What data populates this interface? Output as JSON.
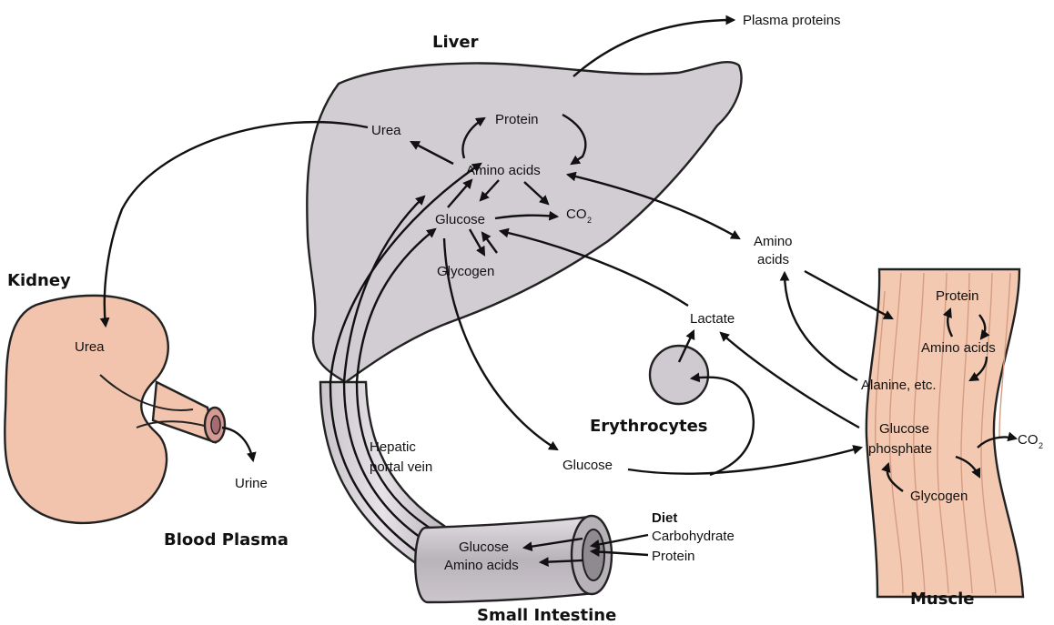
{
  "organs": {
    "liver": "Liver",
    "kidney": "Kidney",
    "blood_plasma": "Blood Plasma",
    "erythrocytes": "Erythrocytes",
    "small_intestine": "Small Intestine",
    "muscle": "Muscle"
  },
  "liver_labels": {
    "urea": "Urea",
    "protein": "Protein",
    "amino_acids": "Amino acids",
    "glucose": "Glucose",
    "co2": "CO",
    "co2_sub": "2",
    "glycogen": "Glycogen"
  },
  "plasma_labels": {
    "plasma_proteins": "Plasma proteins",
    "amino_acids_1": "Amino",
    "amino_acids_2": "acids",
    "lactate": "Lactate",
    "glucose": "Glucose",
    "hepatic_1": "Hepatic",
    "hepatic_2": "portal vein"
  },
  "kidney_labels": {
    "urea": "Urea",
    "urine": "Urine"
  },
  "muscle_labels": {
    "protein": "Protein",
    "amino_acids": "Amino acids",
    "alanine": "Alanine, etc.",
    "glucose_1": "Glucose",
    "glucose_2": "phosphate",
    "co2": "CO",
    "co2_sub": "2",
    "glycogen": "Glycogen"
  },
  "intestine_labels": {
    "glucose": "Glucose",
    "amino_acids": "Amino acids",
    "diet": "Diet",
    "carbohydrate": "Carbohydrate",
    "protein": "Protein"
  },
  "colors": {
    "liver_fill": "#d2cdd3",
    "kidney_fill": "#f2c3ad",
    "muscle_fill": "#f4c9b1",
    "erythrocyte_fill": "#cfcacf"
  }
}
